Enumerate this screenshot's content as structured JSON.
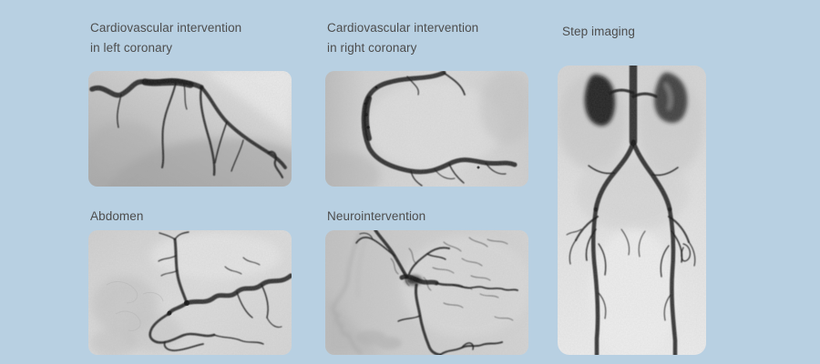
{
  "page": {
    "background_color": "#b8d0e2",
    "label_text_color": "#4d4d4d",
    "description_colors": {
      "radiograph_light_gray": "#dcdcdc",
      "radiograph_mid_gray": "#c8c8c8",
      "vessel_dark": "#141414"
    }
  },
  "panels": [
    {
      "id": "left-coronary",
      "label": "Cardiovascular intervention\nin left coronary",
      "image": "left-coronary-angiogram-xray"
    },
    {
      "id": "right-coronary",
      "label": "Cardiovascular intervention\nin right coronary",
      "image": "right-coronary-angiogram-xray"
    },
    {
      "id": "step-imaging",
      "label": "Step imaging",
      "image": "full-body-step-imaging-angiogram-xray"
    },
    {
      "id": "abdomen",
      "label": "Abdomen",
      "image": "abdominal-angiogram-xray"
    },
    {
      "id": "neurointervention",
      "label": "Neurointervention",
      "image": "cerebral-lateral-angiogram-xray"
    }
  ]
}
